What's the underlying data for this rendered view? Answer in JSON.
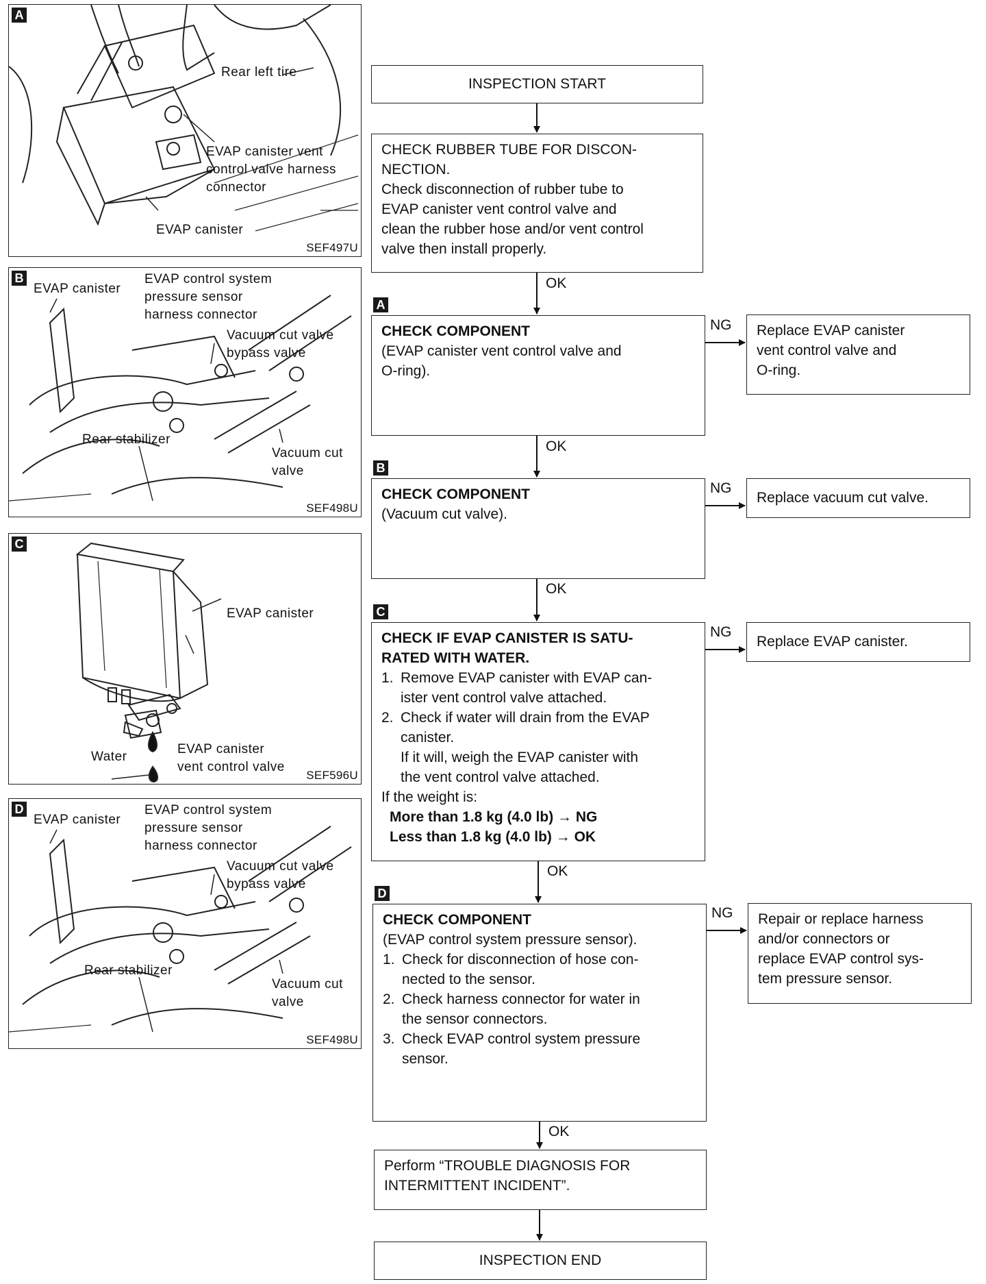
{
  "panels": {
    "a": {
      "tag": "A",
      "code": "SEF497U",
      "labels": {
        "tire": "Rear left tire",
        "connector": "EVAP canister vent\ncontrol valve harness\nconnector",
        "canister": "EVAP canister"
      }
    },
    "b": {
      "tag": "B",
      "code": "SEF498U",
      "labels": {
        "canister": "EVAP canister",
        "sensor": "EVAP control system\npressure sensor\nharness connector",
        "bypass": "Vacuum cut valve\nbypass valve",
        "stabilizer": "Rear stabilizer",
        "cutvalve": "Vacuum cut\nvalve"
      }
    },
    "c": {
      "tag": "C",
      "code": "SEF596U",
      "labels": {
        "canister": "EVAP canister",
        "water": "Water",
        "vent": "EVAP canister\nvent control valve"
      }
    },
    "d": {
      "tag": "D",
      "code": "SEF498U",
      "labels": {
        "canister": "EVAP canister",
        "sensor": "EVAP control system\npressure sensor\nharness connector",
        "bypass": "Vacuum cut valve\nbypass valve",
        "stabilizer": "Rear stabilizer",
        "cutvalve": "Vacuum cut\nvalve"
      }
    }
  },
  "flow": {
    "start": "INSPECTION START",
    "rubber": {
      "title": "CHECK RUBBER TUBE FOR DISCON-\nNECTION.",
      "body": "Check disconnection of rubber tube to\nEVAP canister vent control valve and\nclean the rubber hose and/or vent control\nvalve then install properly."
    },
    "step_a": {
      "tag": "A",
      "title": "CHECK COMPONENT",
      "body": "(EVAP canister vent control valve and\nO-ring).",
      "ng": "Replace EVAP canister\nvent control valve and\nO-ring."
    },
    "step_b": {
      "tag": "B",
      "title": "CHECK COMPONENT",
      "body": "(Vacuum cut valve).",
      "ng": "Replace vacuum cut valve."
    },
    "step_c": {
      "tag": "C",
      "title": "CHECK IF EVAP CANISTER IS SATU-\nRATED WITH WATER.",
      "steps": [
        {
          "n": "1.",
          "text": "Remove EVAP canister with EVAP can-\nister vent control valve attached."
        },
        {
          "n": "2.",
          "text": "Check if water will drain from the EVAP\ncanister.\nIf it will, weigh the EVAP canister with\nthe vent control valve attached."
        }
      ],
      "weight_intro": "If the weight is:",
      "more": "More than 1.8 kg (4.0 lb) → NG",
      "less": "Less than 1.8 kg (4.0 lb) → OK",
      "ng": "Replace EVAP canister."
    },
    "step_d": {
      "tag": "D",
      "title": "CHECK COMPONENT",
      "body": "(EVAP control system pressure sensor).",
      "steps": [
        {
          "n": "1.",
          "text": "Check for disconnection of hose con-\nnected to the sensor."
        },
        {
          "n": "2.",
          "text": "Check harness connector for water in\nthe sensor connectors."
        },
        {
          "n": "3.",
          "text": "Check EVAP control system pressure\nsensor."
        }
      ],
      "ng": "Repair or replace harness\nand/or connectors or\nreplace EVAP control sys-\ntem pressure sensor."
    },
    "perform": "Perform “TROUBLE DIAGNOSIS FOR\nINTERMITTENT INCIDENT”.",
    "end": "INSPECTION END",
    "ok_label": "OK",
    "ng_label": "NG"
  }
}
